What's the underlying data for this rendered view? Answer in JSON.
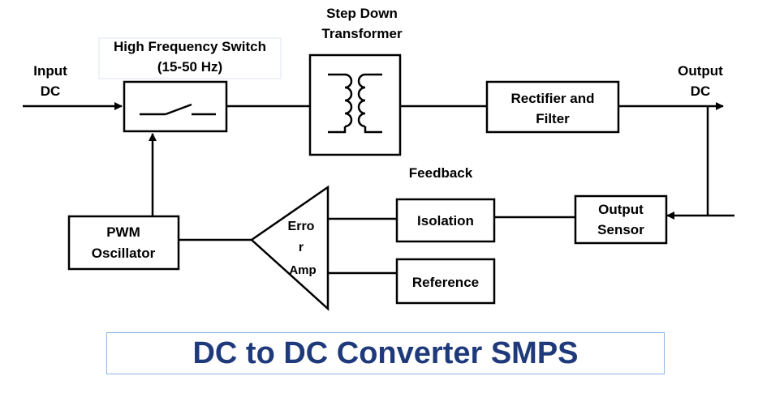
{
  "labels": {
    "input_dc_line1": "Input",
    "input_dc_line2": "DC",
    "hf_switch_line1": "High Frequency Switch",
    "hf_switch_line2": "(15-50 Hz)",
    "transformer_line1": "Step Down",
    "transformer_line2": "Transformer",
    "output_dc_line1": "Output",
    "output_dc_line2": "DC",
    "rectifier_line1": "Rectifier and",
    "rectifier_line2": "Filter",
    "feedback": "Feedback",
    "isolation": "Isolation",
    "output_sensor_line1": "Output",
    "output_sensor_line2": "Sensor",
    "reference": "Reference",
    "pwm_line1": "PWM",
    "pwm_line2": "Oscillator",
    "error_amp_line1": "Erro",
    "error_amp_line2": "r",
    "error_amp_line3": "Amp"
  },
  "caption": "DC to DC Converter SMPS",
  "colors": {
    "caption_text": "#1f3a7a",
    "caption_border": "#8eb4e3",
    "line": "#000000"
  }
}
